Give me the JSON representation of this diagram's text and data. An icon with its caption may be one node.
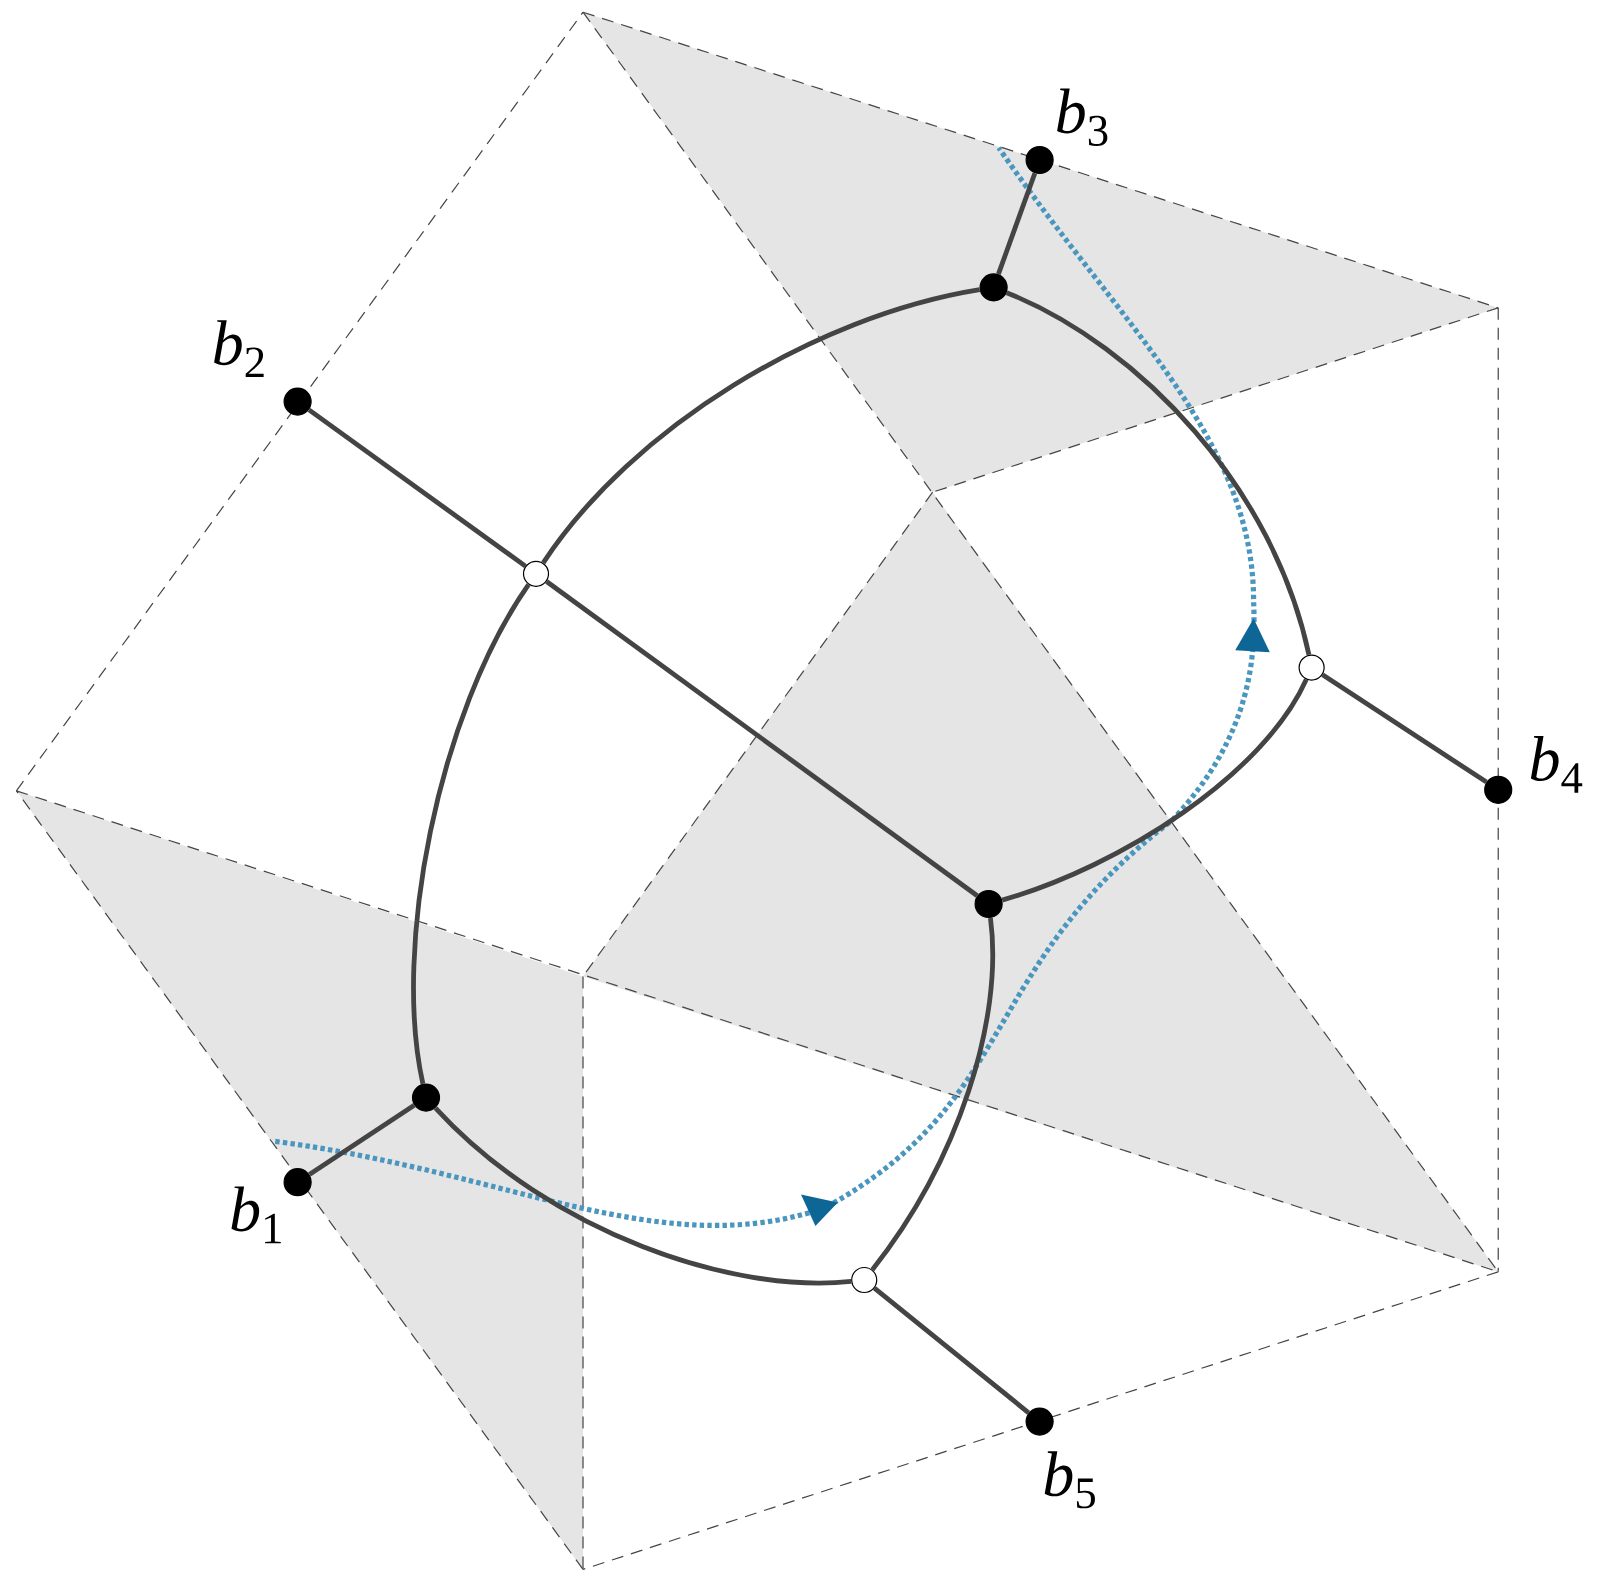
{
  "diagram": {
    "nodes": [
      {
        "text": [],
        "shape": "circle",
        "beside": [
          "*b*$_{1}$"
        ]
      },
      {
        "text": [],
        "shape": "circle",
        "beside": [
          "*b*$_{2}$"
        ]
      },
      {
        "text": [],
        "shape": "circle",
        "beside": [
          "*b*$_{3}$"
        ]
      },
      {
        "text": [],
        "shape": "circle",
        "beside": [
          "*b*$_{4}$"
        ]
      },
      {
        "text": [],
        "shape": "circle",
        "beside": [
          "*b*$_{5}$"
        ]
      },
      {
        "text": [],
        "shape": "circle"
      },
      {
        "text": [],
        "shape": "circle"
      },
      {
        "text": [],
        "shape": "circle"
      },
      {
        "text": [],
        "shape": "circle"
      },
      {
        "text": [],
        "shape": "circle"
      },
      {
        "text": [],
        "shape": "circle"
      }
    ],
    "edges": [
      {
        "from": 1,
        "to": 8,
        "arrow": "none"
      },
      {
        "from": 8,
        "to": 6,
        "arrow": "none"
      },
      {
        "from": 2,
        "to": 5,
        "arrow": "none"
      },
      {
        "from": 3,
        "to": 9,
        "arrow": "none"
      },
      {
        "from": 4,
        "to": 10,
        "arrow": "none"
      },
      {
        "from": 0,
        "to": 7,
        "arrow": "none"
      },
      {
        "from": 5,
        "to": 8,
        "arrow": "none"
      },
      {
        "from": 8,
        "to": 7,
        "arrow": "none"
      },
      {
        "from": 7,
        "to": 10,
        "arrow": "none"
      },
      {
        "from": 10,
        "to": 6,
        "arrow": "none"
      },
      {
        "from": 6,
        "to": 9,
        "arrow": "none"
      },
      {
        "from": 9,
        "to": 5,
        "arrow": "none"
      }
    ]
  }
}
